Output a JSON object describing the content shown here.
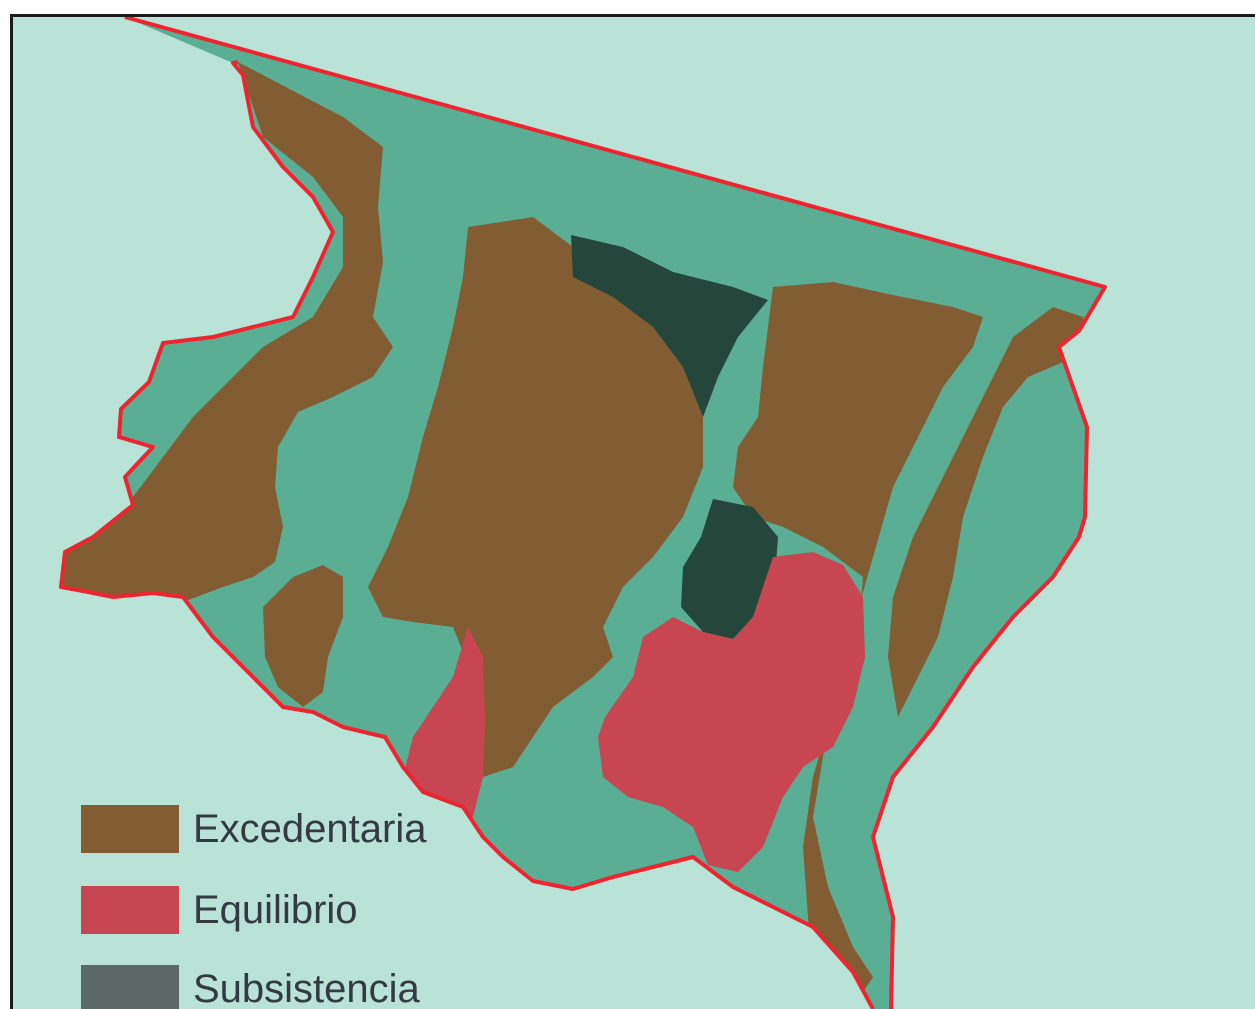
{
  "colors": {
    "sea": "#b8e3d6",
    "forest": "#5aae94",
    "excedentaria": "#825c33",
    "equilibrio": "#c84552",
    "subsistencia": "#25463a",
    "border": "#ee2530",
    "legend_text": "#343a44"
  },
  "map": {
    "legend": {
      "items": [
        {
          "key": "excedentaria",
          "label": "Excedentaria",
          "color": "#825c33"
        },
        {
          "key": "equilibrio",
          "label": "Equilibrio",
          "color": "#c84552"
        },
        {
          "key": "subsistencia",
          "label": "Subsistencia",
          "color": "#5b6a66"
        }
      ]
    }
  }
}
